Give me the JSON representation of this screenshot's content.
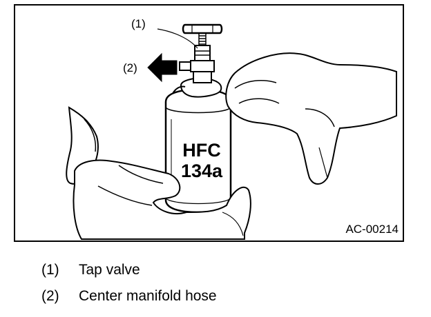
{
  "figure": {
    "callout_1": "(1)",
    "callout_2": "(2)",
    "can_text_line1": "HFC",
    "can_text_line2": "134a",
    "figure_code": "AC-00214"
  },
  "legend": [
    {
      "number": "(1)",
      "label": "Tap valve"
    },
    {
      "number": "(2)",
      "label": "Center manifold hose"
    }
  ]
}
